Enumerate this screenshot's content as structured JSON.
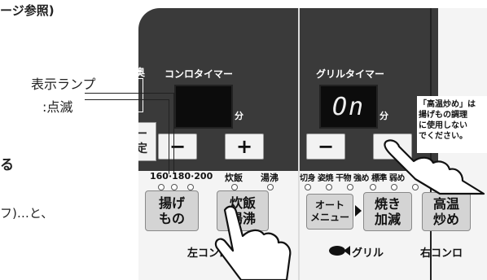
{
  "doc": {
    "top_text": "ージ参照)",
    "callout_line1": "表示ランプ",
    "callout_line2": ":点滅",
    "heading_fragment": "る",
    "body_fragment": "フ)…と、"
  },
  "left_panel": {
    "back_label": "奥",
    "right_label": "右",
    "timer_label": "コンロタイマー",
    "timer_unit": "分",
    "timer_set_label_1": "マー",
    "timer_set_label_2": "定",
    "minus": "−",
    "plus": "+",
    "temp_labels": "160·180·200",
    "rice_label": "炊飯",
    "boil_label": "湯沸",
    "fry_button": [
      "揚げ",
      "もの"
    ],
    "rice_button": [
      "炊飯",
      "湯沸"
    ],
    "section_label": "左コンロ"
  },
  "grill_panel": {
    "timer_label": "グリルタイマー",
    "display_value": "On",
    "timer_unit": "分",
    "minus": "−",
    "plus": "+",
    "modes": [
      "切身",
      "姿焼",
      "干物",
      "強め",
      "標準",
      "弱め"
    ],
    "auto_button": [
      "オート",
      "メニュー"
    ],
    "heat_button": [
      "焼き",
      "加減"
    ],
    "section_label": "グリル"
  },
  "right_panel": {
    "note": [
      "「高温炒め」は",
      "揚げもの調理",
      "に使用しない",
      "でください。"
    ],
    "stir_button": [
      "高温",
      "炒め"
    ],
    "section_label": "右コンロ"
  }
}
